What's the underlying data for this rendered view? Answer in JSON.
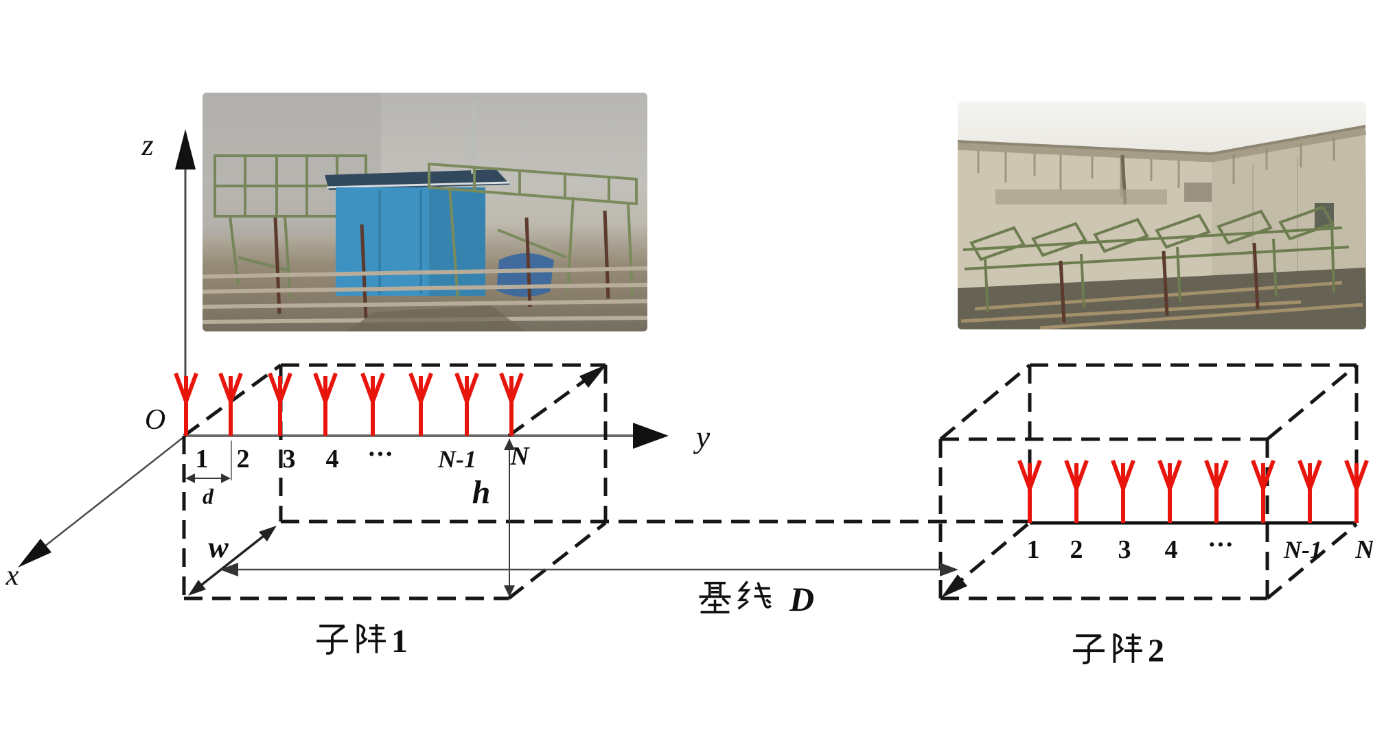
{
  "figure": {
    "colors": {
      "antenna_red": "#e8150d",
      "dash_black": "#161616",
      "axis_gray": "#4a4a4a"
    },
    "axes": {
      "z_label": "z",
      "y_label": "y",
      "x_label": "x",
      "origin_label": "O"
    },
    "subarray1": {
      "name": "子阵1",
      "name_cjk": "子阵",
      "name_num": "1",
      "antenna_count": 8,
      "element_labels": [
        "1",
        "2",
        "3",
        "4",
        "···",
        "N-1",
        "N"
      ],
      "spacing_label": "d",
      "height_label": "h",
      "width_label": "w"
    },
    "subarray2": {
      "name": "子阵2",
      "name_cjk": "子阵",
      "name_num": "2",
      "antenna_count": 8,
      "element_labels": [
        "1",
        "2",
        "3",
        "4",
        "···",
        "N-1",
        "N"
      ]
    },
    "baseline": {
      "label": "基线 D",
      "label_cjk": "基线",
      "label_var": "D"
    },
    "photos": {
      "photo1_alt": "rooftop antenna subarray 1 with blue cabin in fog",
      "photo2_alt": "rooftop antenna subarray 2 along building wall"
    }
  }
}
